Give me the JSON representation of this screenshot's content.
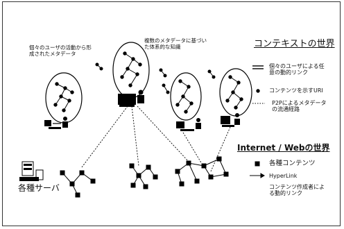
{
  "diagram": {
    "annotations": {
      "user_metadata": "個々のユーザの活動から形成されたメタデータ",
      "composite_knowledge": "複数のメタデータに基づいた体系的な知識",
      "servers": "各種サーバ"
    },
    "context_world": {
      "title": "コンテキストの世界",
      "legend": [
        {
          "symbol": "double-line",
          "text": "個々のユーザによる任意の動的リンク"
        },
        {
          "symbol": "dot",
          "text": "コンテンツを示すURI"
        },
        {
          "symbol": "dotted-line",
          "text": "P2Pによるメタデータの流通経路"
        }
      ]
    },
    "web_world": {
      "title": "Internet / Webの世界",
      "legend": [
        {
          "symbol": "square",
          "text": "各種コンテンツ"
        },
        {
          "symbol": "arrow",
          "text": "HyperLink"
        },
        {
          "symbol": "none",
          "text": "コンテンツ作成者による動的リンク"
        }
      ]
    }
  }
}
